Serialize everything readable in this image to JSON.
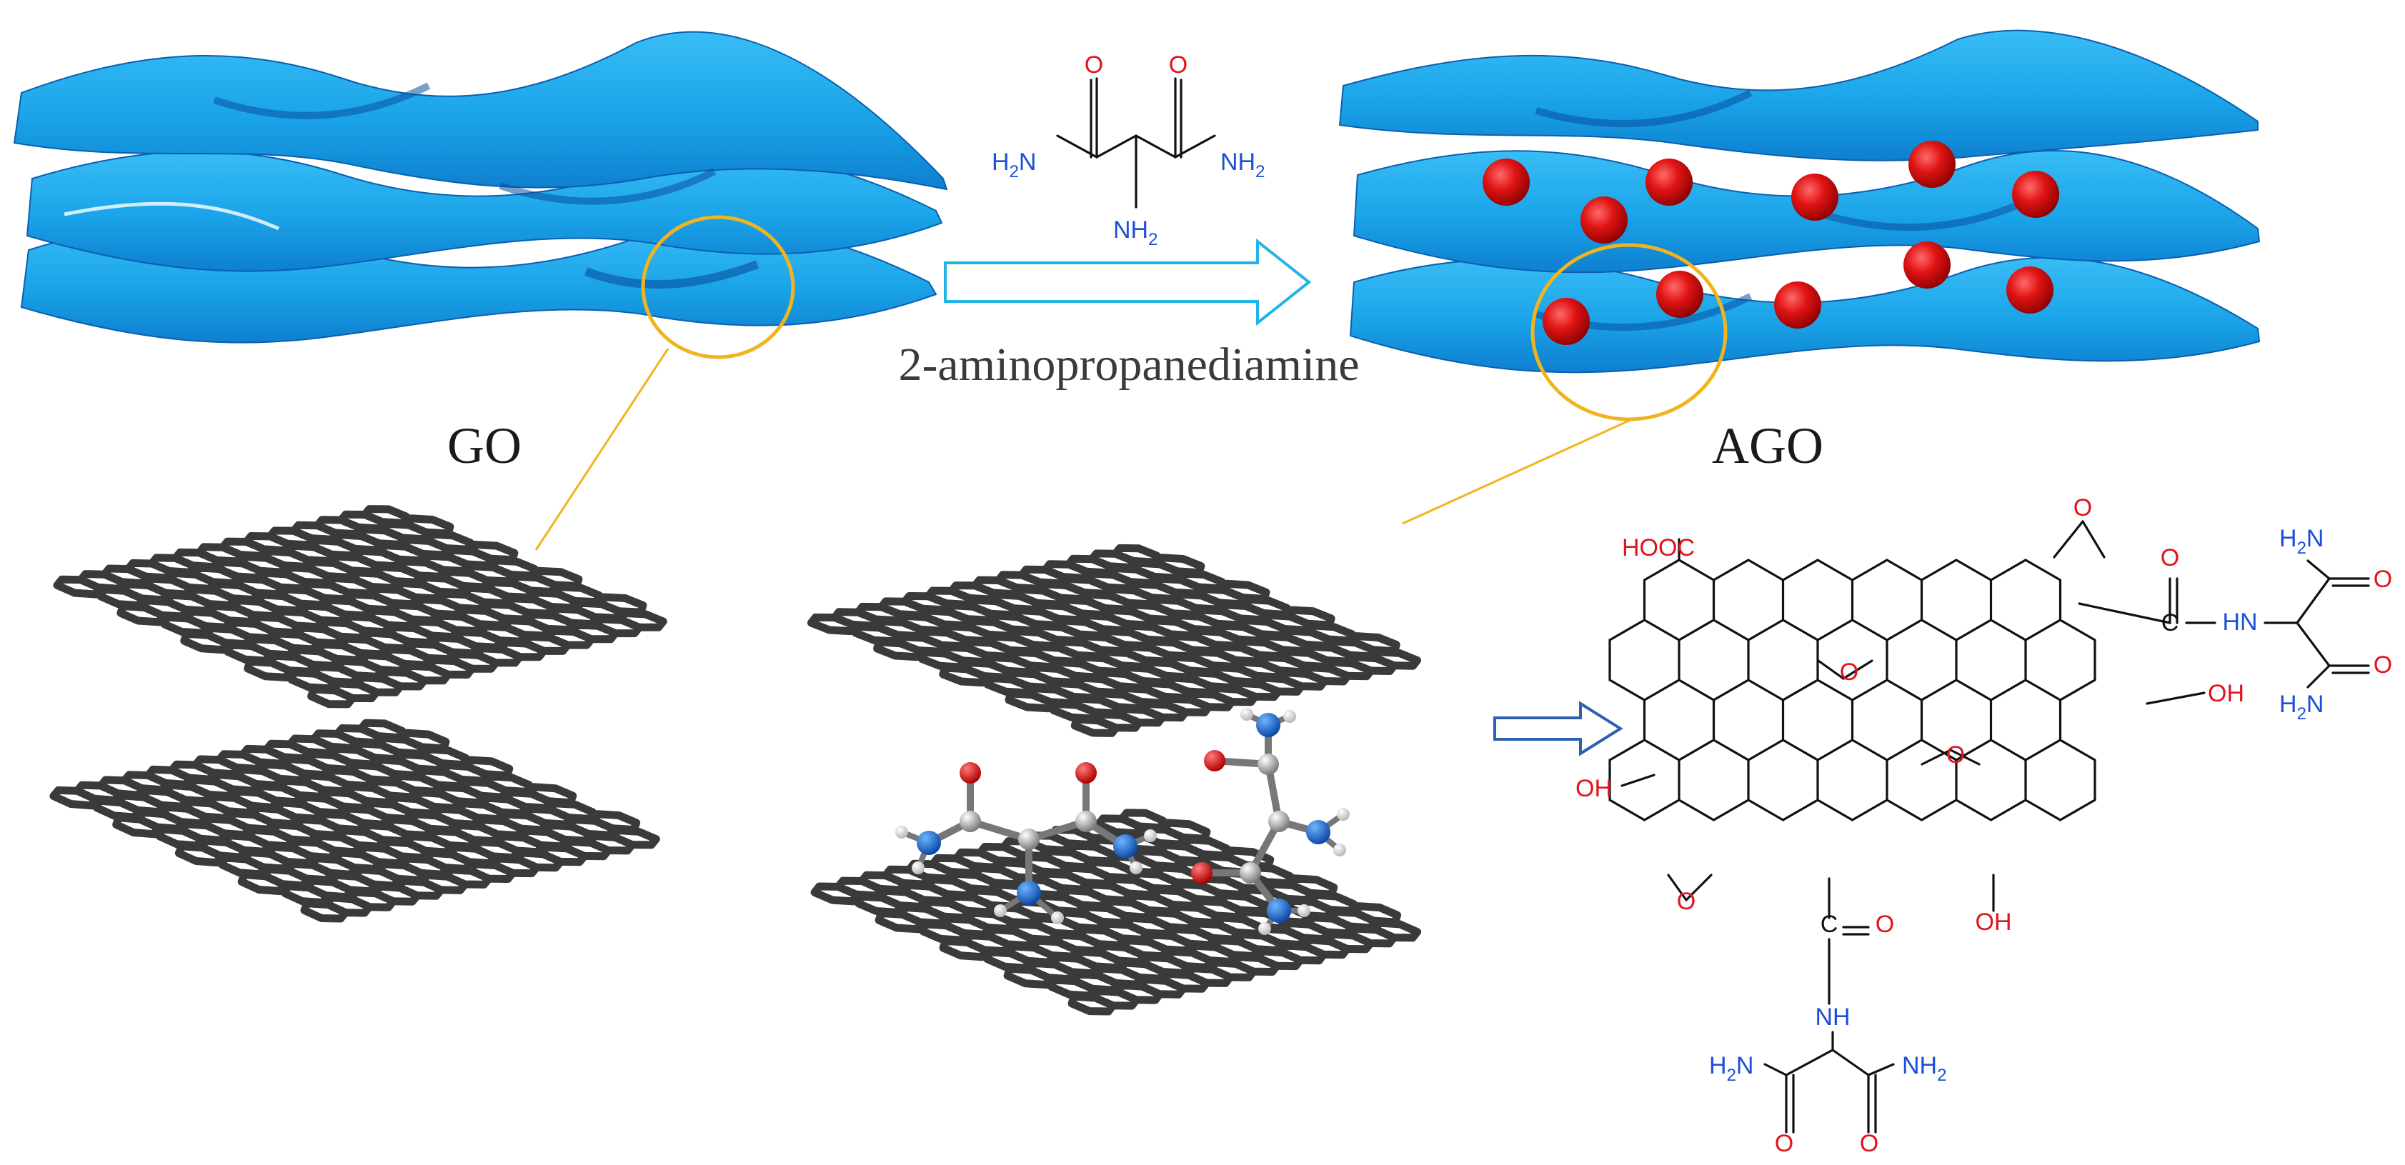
{
  "labels": {
    "go": "GO",
    "ago": "AGO",
    "reagent": "2-aminopropanediamine"
  },
  "reagent_structure": {
    "o_left": "O",
    "o_right": "O",
    "h2n": "H",
    "h2n_n": "N",
    "nh2_right_n": "NH",
    "nh2_center_n": "NH",
    "sub2": "2"
  },
  "ago_structure": {
    "hooc": "HOOC",
    "epoxide_o_top": "O",
    "epoxide_o_mid1": "O",
    "epoxide_o_mid2": "O",
    "epoxide_o_bottom": "O",
    "carbonyl_right_o": "O",
    "carbonyl_right_c": "C",
    "hn_right": "HN",
    "oh_right": "OH",
    "oh_left": "OH",
    "oh_bottom": "OH",
    "carbonyl_bottom_c": "C",
    "carbonyl_bottom_o": "O",
    "nh_bottom": "NH",
    "amide_r_top_n": "N",
    "amide_r_top_h": "H",
    "amide_r_top_o": "O",
    "amide_r_bot_n": "N",
    "amide_r_bot_h": "H",
    "amide_r_bot_o": "O",
    "amide_b_left_n": "N",
    "amide_b_left_h": "H",
    "amide_b_right_n": "NH",
    "amide_b_left_o": "O",
    "amide_b_right_o": "O",
    "sub2": "2"
  },
  "colors": {
    "sheet_blue": "#1aa3e8",
    "sheet_dark": "#0a4f9e",
    "particle_red": "#d81010",
    "circle_gold": "#f0b41e",
    "arrow_cyan": "#1fb5e6",
    "arrow_blue": "#2f5fb0",
    "chem_red": "#e0141a",
    "chem_blue": "#1d4fd8",
    "lattice_gray": "#3a3a3a"
  },
  "icons": {
    "reaction_arrow": "hollow-right-arrow",
    "structure_arrow": "hollow-right-arrow"
  }
}
